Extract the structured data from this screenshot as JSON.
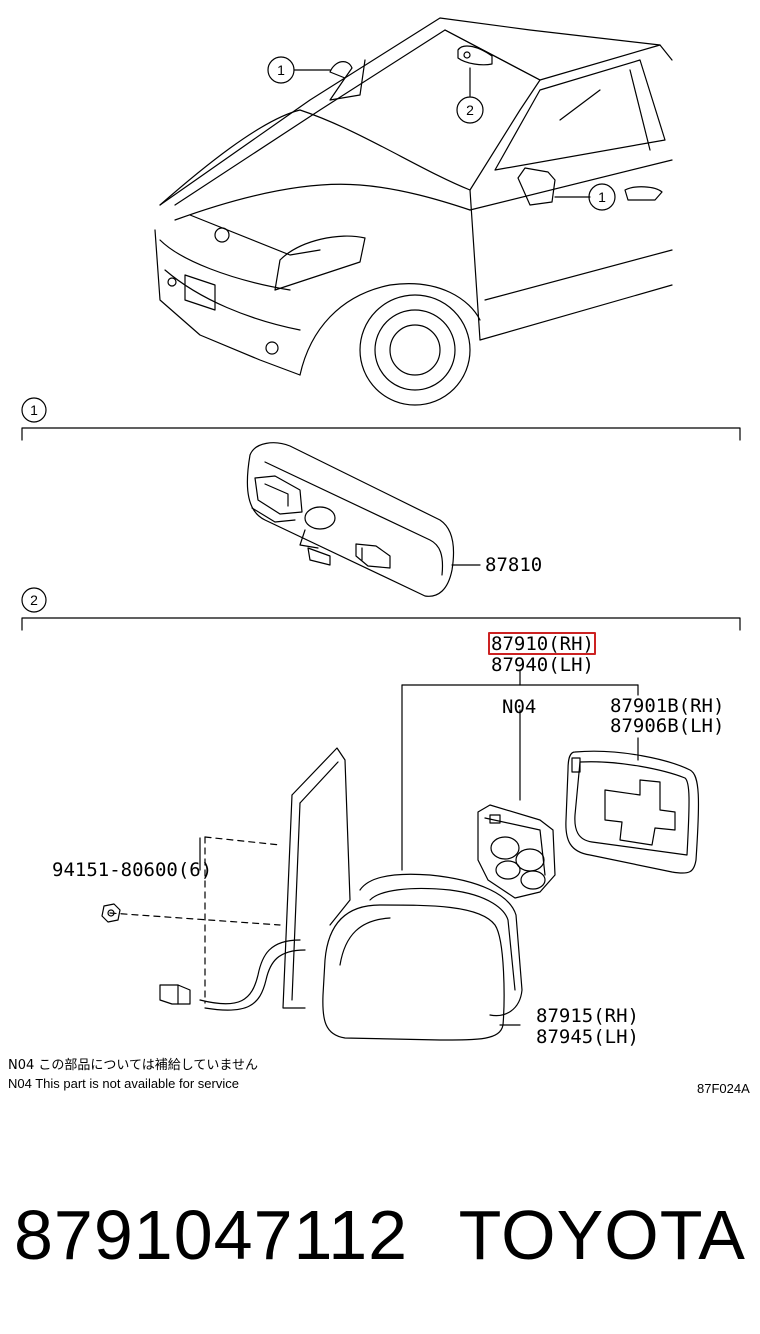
{
  "callouts": {
    "ref1_car": "1",
    "ref1_door": "1",
    "ref2_car": "2",
    "section1_number": "1",
    "section2_number": "2",
    "inner_mirror_part": "87810",
    "highlight_part_rh": "87910(RH)",
    "part_lh": "87940(LH)",
    "n04_label": "N04",
    "glass_rh": "87901B(RH)",
    "glass_lh": "87906B(LH)",
    "bolt_part": "94151-80600(6)",
    "cover_rh": "87915(RH)",
    "cover_lh": "87945(LH)",
    "figure_code": "87F024A"
  },
  "notes": {
    "jp": "N04 この部品については補給していません",
    "en": "N04 This part is not available for service"
  },
  "footer": {
    "part_number": "8791047112",
    "brand": "TOYOTA"
  },
  "colors": {
    "line": "#000000",
    "highlight": "#cc2222"
  }
}
